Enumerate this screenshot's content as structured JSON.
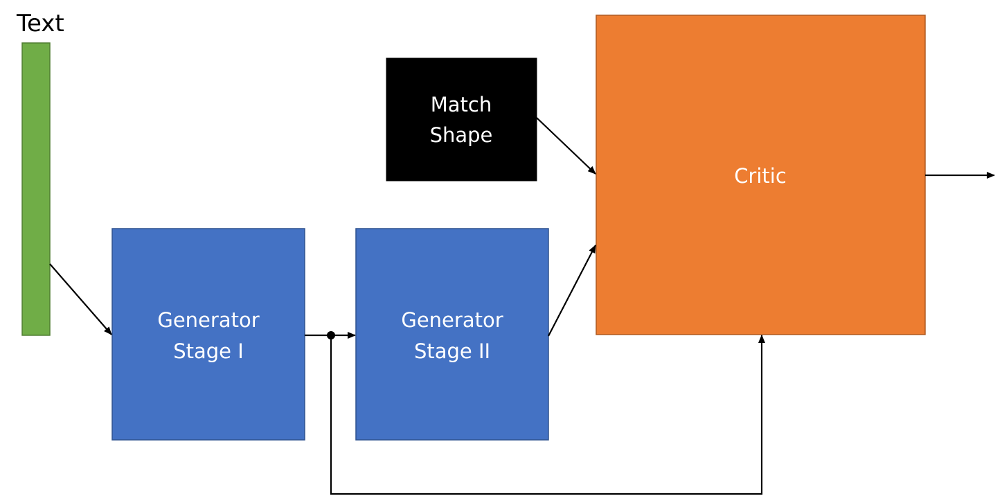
{
  "input": {
    "label": "Text",
    "color": "#70AD47",
    "border": "#507E32"
  },
  "blocks": {
    "generator_stage_1": {
      "lines": [
        "Generator",
        "Stage I"
      ],
      "color": "#4472C4",
      "border": "#2F528F"
    },
    "generator_stage_2": {
      "lines": [
        "Generator",
        "Stage II"
      ],
      "color": "#4472C4",
      "border": "#2F528F"
    },
    "match_shape": {
      "lines": [
        "Match",
        "Shape"
      ],
      "color": "#000000",
      "border": "#000000"
    },
    "critic": {
      "lines": [
        "Critic"
      ],
      "color": "#ED7D31",
      "border": "#AE5A21"
    }
  },
  "edges": [
    {
      "from": "input",
      "to": "generator_stage_1"
    },
    {
      "from": "generator_stage_1",
      "to": "generator_stage_2"
    },
    {
      "from": "generator_stage_1",
      "to": "critic",
      "route": "below"
    },
    {
      "from": "generator_stage_2",
      "to": "critic"
    },
    {
      "from": "match_shape",
      "to": "critic"
    },
    {
      "from": "critic",
      "to": "output"
    }
  ]
}
